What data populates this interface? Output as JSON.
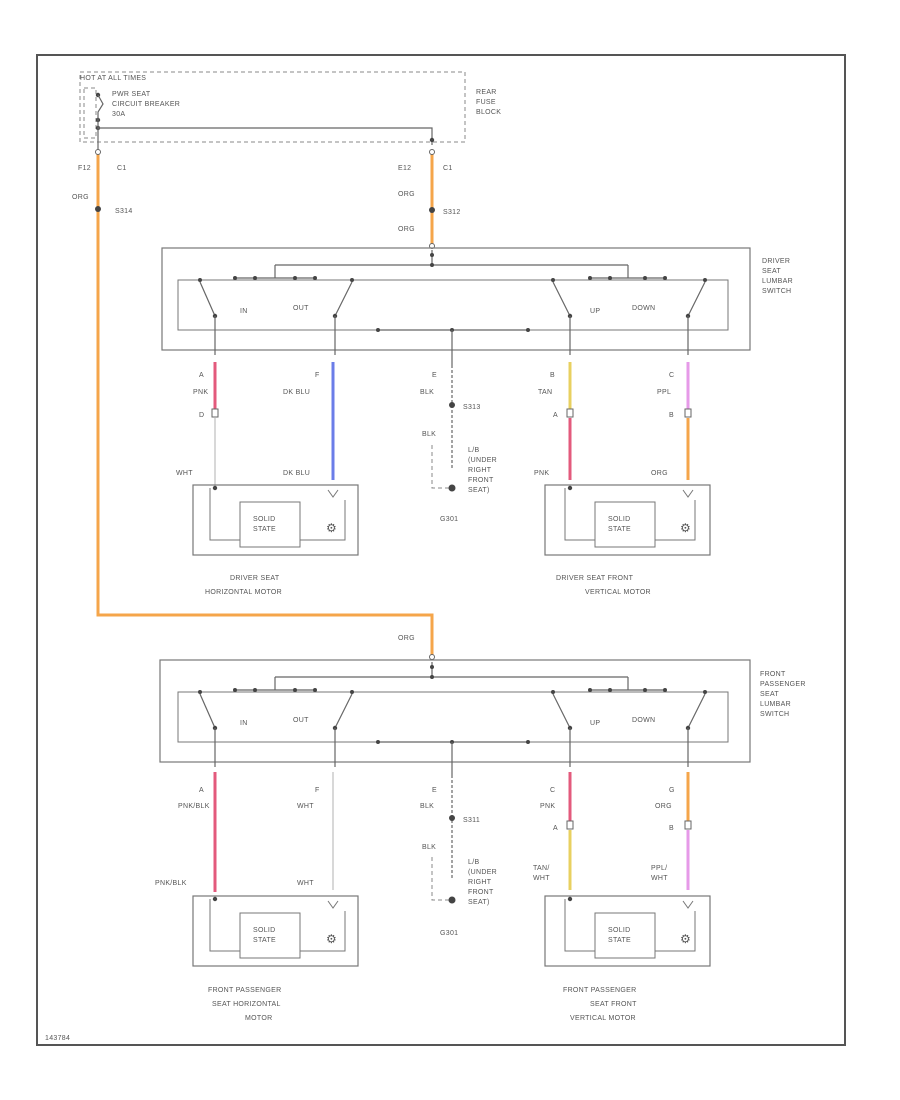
{
  "fuse_block": {
    "hot_label": "HOT AT ALL TIMES",
    "breaker_line1": "PWR SEAT",
    "breaker_line2": "CIRCUIT BREAKER",
    "breaker_line3": "30A",
    "block_line1": "REAR",
    "block_line2": "FUSE",
    "block_line3": "BLOCK",
    "left_terminal": "F12",
    "left_connector": "C1",
    "right_terminal": "E12",
    "right_connector": "C1",
    "left_wire": "ORG",
    "left_splice": "S314",
    "right_wire1": "ORG",
    "right_splice": "S312",
    "right_wire2": "ORG"
  },
  "driver_switch": {
    "name_line1": "DRIVER",
    "name_line2": "SEAT",
    "name_line3": "LUMBAR",
    "name_line4": "SWITCH",
    "in": "IN",
    "out": "OUT",
    "up": "UP",
    "down": "DOWN",
    "pins": [
      "A",
      "F",
      "E",
      "B",
      "C"
    ],
    "wires": [
      "PNK",
      "DK BLU",
      "BLK",
      "TAN",
      "PPL"
    ],
    "splice": "S313",
    "ground_wire": "BLK",
    "ground_note_line1": "L/B",
    "ground_note_line2": "(UNDER",
    "ground_note_line3": "RIGHT",
    "ground_note_line4": "FRONT",
    "ground_note_line5": "SEAT)",
    "ground_id": "G301",
    "conn_left": "D",
    "conn_right_a": "A",
    "conn_right_b": "B",
    "motor_wires": [
      "WHT",
      "DK BLU",
      "PNK",
      "ORG"
    ]
  },
  "driver_motors": {
    "left_inner": [
      "SOLID",
      "STATE"
    ],
    "right_inner": [
      "SOLID",
      "STATE"
    ],
    "left_name_line1": "DRIVER SEAT",
    "left_name_line2": "HORIZONTAL MOTOR",
    "right_name_line1": "DRIVER SEAT FRONT",
    "right_name_line2": "VERTICAL MOTOR"
  },
  "passenger_switch": {
    "feed_wire": "ORG",
    "name_line1": "FRONT",
    "name_line2": "PASSENGER",
    "name_line3": "SEAT",
    "name_line4": "LUMBAR",
    "name_line5": "SWITCH",
    "in": "IN",
    "out": "OUT",
    "up": "UP",
    "down": "DOWN",
    "pins": [
      "A",
      "F",
      "E",
      "C",
      "G"
    ],
    "wires": [
      "PNK/BLK",
      "WHT",
      "BLK",
      "PNK",
      "ORG"
    ],
    "splice": "S311",
    "ground_wire": "BLK",
    "ground_note_line1": "L/B",
    "ground_note_line2": "(UNDER",
    "ground_note_line3": "RIGHT",
    "ground_note_line4": "FRONT",
    "ground_note_line5": "SEAT)",
    "ground_id": "G301",
    "conn_right_a": "A",
    "conn_right_b": "B",
    "motor_wires": [
      "PNK/BLK",
      "WHT",
      "TAN/WHT",
      "PPL/WHT"
    ],
    "tan_top": "TAN/",
    "tan_bottom": "WHT",
    "ppl_top": "PPL/",
    "ppl_bottom": "WHT"
  },
  "passenger_motors": {
    "left_inner": [
      "SOLID",
      "STATE"
    ],
    "right_inner": [
      "SOLID",
      "STATE"
    ],
    "left_name_line1": "FRONT PASSENGER",
    "left_name_line2": "SEAT HORIZONTAL",
    "left_name_line3": "MOTOR",
    "right_name_line1": "FRONT PASSENGER",
    "right_name_line2": "SEAT FRONT",
    "right_name_line3": "VERTICAL MOTOR"
  },
  "footer_id": "143784",
  "wire_colors": {
    "org": "#f5a54a",
    "pnk": "#e35a7c",
    "dk_blu": "#6b7de8",
    "tan": "#e8d060",
    "ppl": "#e69ae8",
    "wht": "#d8d8d8",
    "blk": "#555555"
  }
}
